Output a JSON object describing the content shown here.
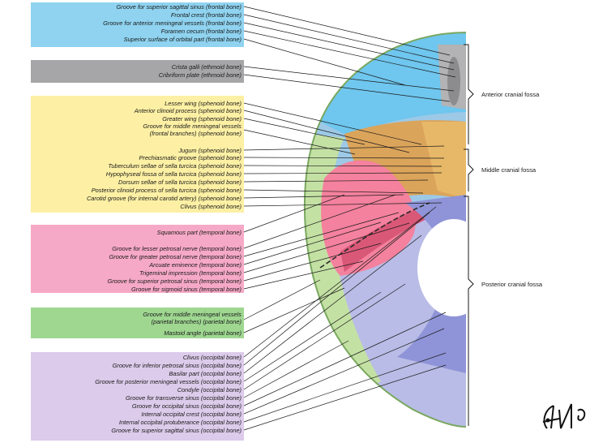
{
  "groups": {
    "frontal": {
      "color": "#8fd3f0"
    },
    "ethmoid": {
      "color": "#a6a6a8"
    },
    "sphenoid": {
      "color": "#fdf0a4"
    },
    "temporal": {
      "color": "#f6a9c6"
    },
    "parietal": {
      "color": "#9fd791"
    },
    "occipital": {
      "color": "#dccbea"
    }
  },
  "labels": [
    {
      "text": "Groove for superior sagittal sinus (frontal bone)"
    },
    {
      "text": "Frontal crest (frontal bone)"
    },
    {
      "text": "Groove for anterior meningeal vessels (frontal bone)"
    },
    {
      "text": "Foramen cecum (frontal bone)"
    },
    {
      "text": "Superior surface of orbital part (frontal bone)"
    },
    {
      "text": "Crista galli (ethmoid bone)"
    },
    {
      "text": "Cribriform plate (ethmoid bone)"
    },
    {
      "text": "Lesser wing (sphenoid bone)"
    },
    {
      "text": "Anterior clinoid process (sphenoid bone)"
    },
    {
      "text": "Greater wing (sphenoid bone)"
    },
    {
      "text": "Groove for middle meningeal vessels"
    },
    {
      "text": "(frontal branches) (sphenoid bone)"
    },
    {
      "text": "Jugum (sphenoid bone)"
    },
    {
      "text": "Prechiasmatic groove (sphenoid bone)"
    },
    {
      "text": "Tuberculum sellae of sella turcica (sphenoid bone)"
    },
    {
      "text": "Hypophyseal fossa of sella turcica (sphenoid bone)"
    },
    {
      "text": "Dorsum sellae of sella turcica (sphenoid bone)"
    },
    {
      "text": "Posterior clinoid process of sella turcica (sphenoid bone)"
    },
    {
      "text": "Carotid groove (for internal carotid artery) (sphenoid bone)"
    },
    {
      "text": "Clivus (sphenoid bone)"
    },
    {
      "text": "Squamous part (temporal bone)"
    },
    {
      "text": "Groove for lesser petrosal nerve (temporal bone)"
    },
    {
      "text": "Groove for greater petrosal nerve (temporal bone)"
    },
    {
      "text": "Arcuate eminence (temporal bone)"
    },
    {
      "text": "Trigeminal impression (temporal bone)"
    },
    {
      "text": "Groove for superior petrosal sinus (temporal bone)"
    },
    {
      "text": "Groove for sigmoid sinus (temporal bone)"
    },
    {
      "text": "Groove for middle meningeal vessels"
    },
    {
      "text": "(parietal branches) (parietal bone)"
    },
    {
      "text": "Mastoid angle (parietal bone)"
    },
    {
      "text": "Clivus (occipital bone)"
    },
    {
      "text": "Groove for inferior petrosal sinus (occipital bone)"
    },
    {
      "text": "Basilar part (occipital bone)"
    },
    {
      "text": "Groove for posterior meningeal vessels (occipital bone)"
    },
    {
      "text": "Condyle (occipital bone)"
    },
    {
      "text": "Groove for transverse sinus (occipital bone)"
    },
    {
      "text": "Groove for occipital sinus (occipital bone)"
    },
    {
      "text": "Internal occipital crest (occipital bone)"
    },
    {
      "text": "Internal occipital protuberance (occipital bone)"
    },
    {
      "text": "Groove for superior sagittal sinus (occipital bone)"
    }
  ],
  "fossae": [
    {
      "text": "Anterior cranial fossa"
    },
    {
      "text": "Middle cranial fossa"
    },
    {
      "text": "Posterior cranial fossa"
    }
  ]
}
